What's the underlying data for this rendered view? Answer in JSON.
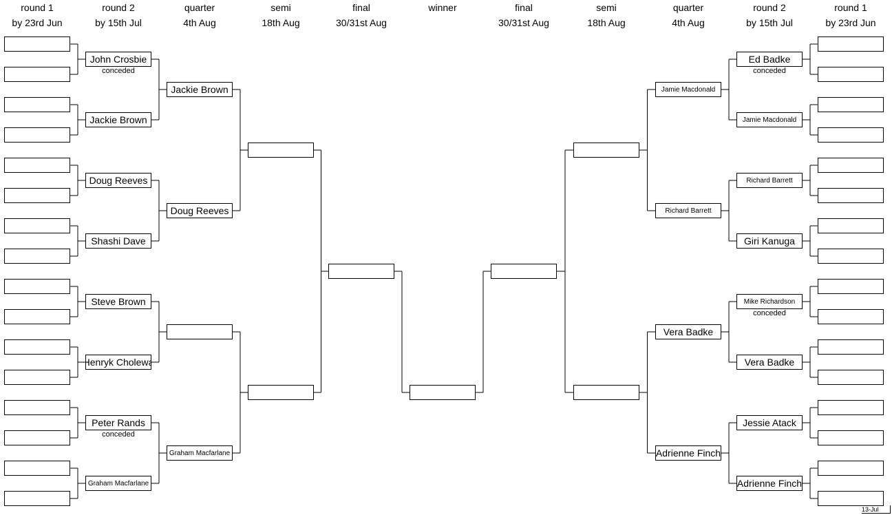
{
  "headers": {
    "l_r1": [
      "round 1",
      "by 23rd Jun"
    ],
    "l_r2": [
      "round 2",
      "by 15th Jul"
    ],
    "l_qf": [
      "quarter",
      "4th Aug"
    ],
    "l_sf": [
      "semi",
      "18th Aug"
    ],
    "l_f": [
      "final",
      "30/31st Aug"
    ],
    "winner": [
      "winner",
      ""
    ],
    "r_f": [
      "final",
      "30/31st Aug"
    ],
    "r_sf": [
      "semi",
      "18th Aug"
    ],
    "r_qf": [
      "quarter",
      "4th Aug"
    ],
    "r_r2": [
      "round 2",
      "by 15th Jul"
    ],
    "r_r1": [
      "round 1",
      "by 23rd Jun"
    ]
  },
  "left": {
    "round1": [
      "",
      "",
      "",
      "",
      "",
      "",
      "",
      "",
      "",
      "",
      "",
      "",
      "",
      "",
      "",
      ""
    ],
    "round2": [
      {
        "name": "John Crosbie",
        "note": "conceded"
      },
      {
        "name": "Jackie Brown",
        "note": ""
      },
      {
        "name": "Doug Reeves",
        "note": ""
      },
      {
        "name": "Shashi Dave",
        "note": ""
      },
      {
        "name": "Steve Brown",
        "note": ""
      },
      {
        "name": "Henryk Cholewa",
        "note": ""
      },
      {
        "name": "Peter Rands",
        "note": "conceded"
      },
      {
        "name": "Graham Macfarlane",
        "note": ""
      }
    ],
    "quarter": [
      "Jackie Brown",
      "Doug Reeves",
      "",
      "Graham Macfarlane"
    ],
    "semi": [
      "",
      ""
    ],
    "final": ""
  },
  "right": {
    "round1": [
      "",
      "",
      "",
      "",
      "",
      "",
      "",
      "",
      "",
      "",
      "",
      "",
      "",
      "",
      "",
      ""
    ],
    "round2": [
      {
        "name": "Ed Badke",
        "note": "conceded"
      },
      {
        "name": "Jamie Macdonald",
        "note": ""
      },
      {
        "name": "Richard Barrett",
        "note": ""
      },
      {
        "name": "Giri Kanuga",
        "note": ""
      },
      {
        "name": "Mike Richardson",
        "note": "conceded"
      },
      {
        "name": "Vera Badke",
        "note": ""
      },
      {
        "name": "Jessie Atack",
        "note": ""
      },
      {
        "name": "Adrienne Finch",
        "note": ""
      }
    ],
    "quarter": [
      "Jamie Macdonald",
      "Richard Barrett",
      "Vera Badke",
      "Adrienne Finch"
    ],
    "semi": [
      "",
      ""
    ],
    "final": ""
  },
  "winner": "",
  "date_stamp": "13-Jul"
}
